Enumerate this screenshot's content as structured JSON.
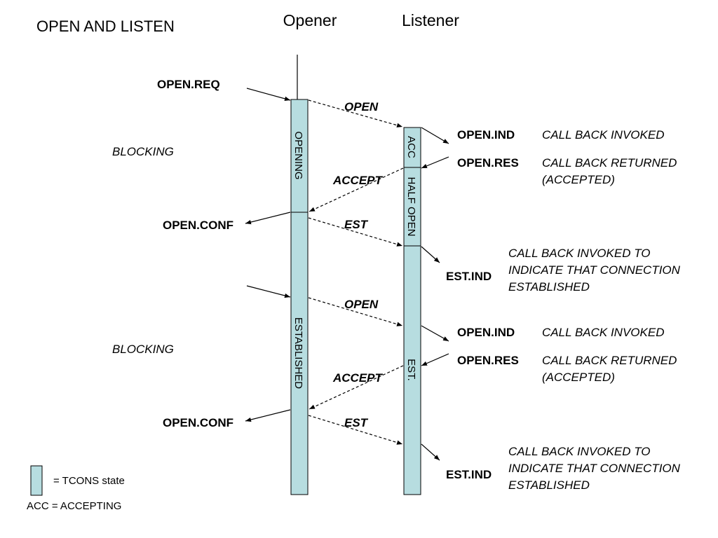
{
  "title": "OPEN AND LISTEN",
  "columns": {
    "opener": "Opener",
    "listener": "Listener"
  },
  "states": {
    "opening": "OPENING",
    "established": "ESTABLISHED",
    "acc": "ACC",
    "half_open": "HALF OPEN",
    "est": "EST."
  },
  "side_labels": {
    "blocking_1": "BLOCKING",
    "blocking_2": "BLOCKING"
  },
  "messages": {
    "open_req": "OPEN.REQ",
    "open_conf_1": "OPEN.CONF",
    "open_conf_2": "OPEN.CONF",
    "open_ind_1": "OPEN.IND",
    "open_res_1": "OPEN.RES",
    "est_ind_1": "EST.IND",
    "open_ind_2": "OPEN.IND",
    "open_res_2": "OPEN.RES",
    "est_ind_2": "EST.IND"
  },
  "protocol": {
    "open_1": "OPEN",
    "accept_1": "ACCEPT",
    "est_1": "EST",
    "open_2": "OPEN",
    "accept_2": "ACCEPT",
    "est_2": "EST"
  },
  "notes": {
    "cb_invoked_1": "CALL BACK INVOKED",
    "cb_returned_1a": "CALL BACK RETURNED",
    "cb_returned_1b": "(ACCEPTED)",
    "cb_est_1a": "CALL BACK INVOKED TO",
    "cb_est_1b": "INDICATE THAT CONNECTION",
    "cb_est_1c": "ESTABLISHED",
    "cb_invoked_2": "CALL BACK INVOKED",
    "cb_returned_2a": "CALL BACK RETURNED",
    "cb_returned_2b": "(ACCEPTED)",
    "cb_est_2a": "CALL BACK INVOKED TO",
    "cb_est_2b": "INDICATE THAT CONNECTION",
    "cb_est_2c": "ESTABLISHED"
  },
  "legend": {
    "tcons": "= TCONS state",
    "acc": "ACC = ACCEPTING"
  },
  "colors": {
    "state_fill": "#b7dde0",
    "line": "#000000"
  }
}
